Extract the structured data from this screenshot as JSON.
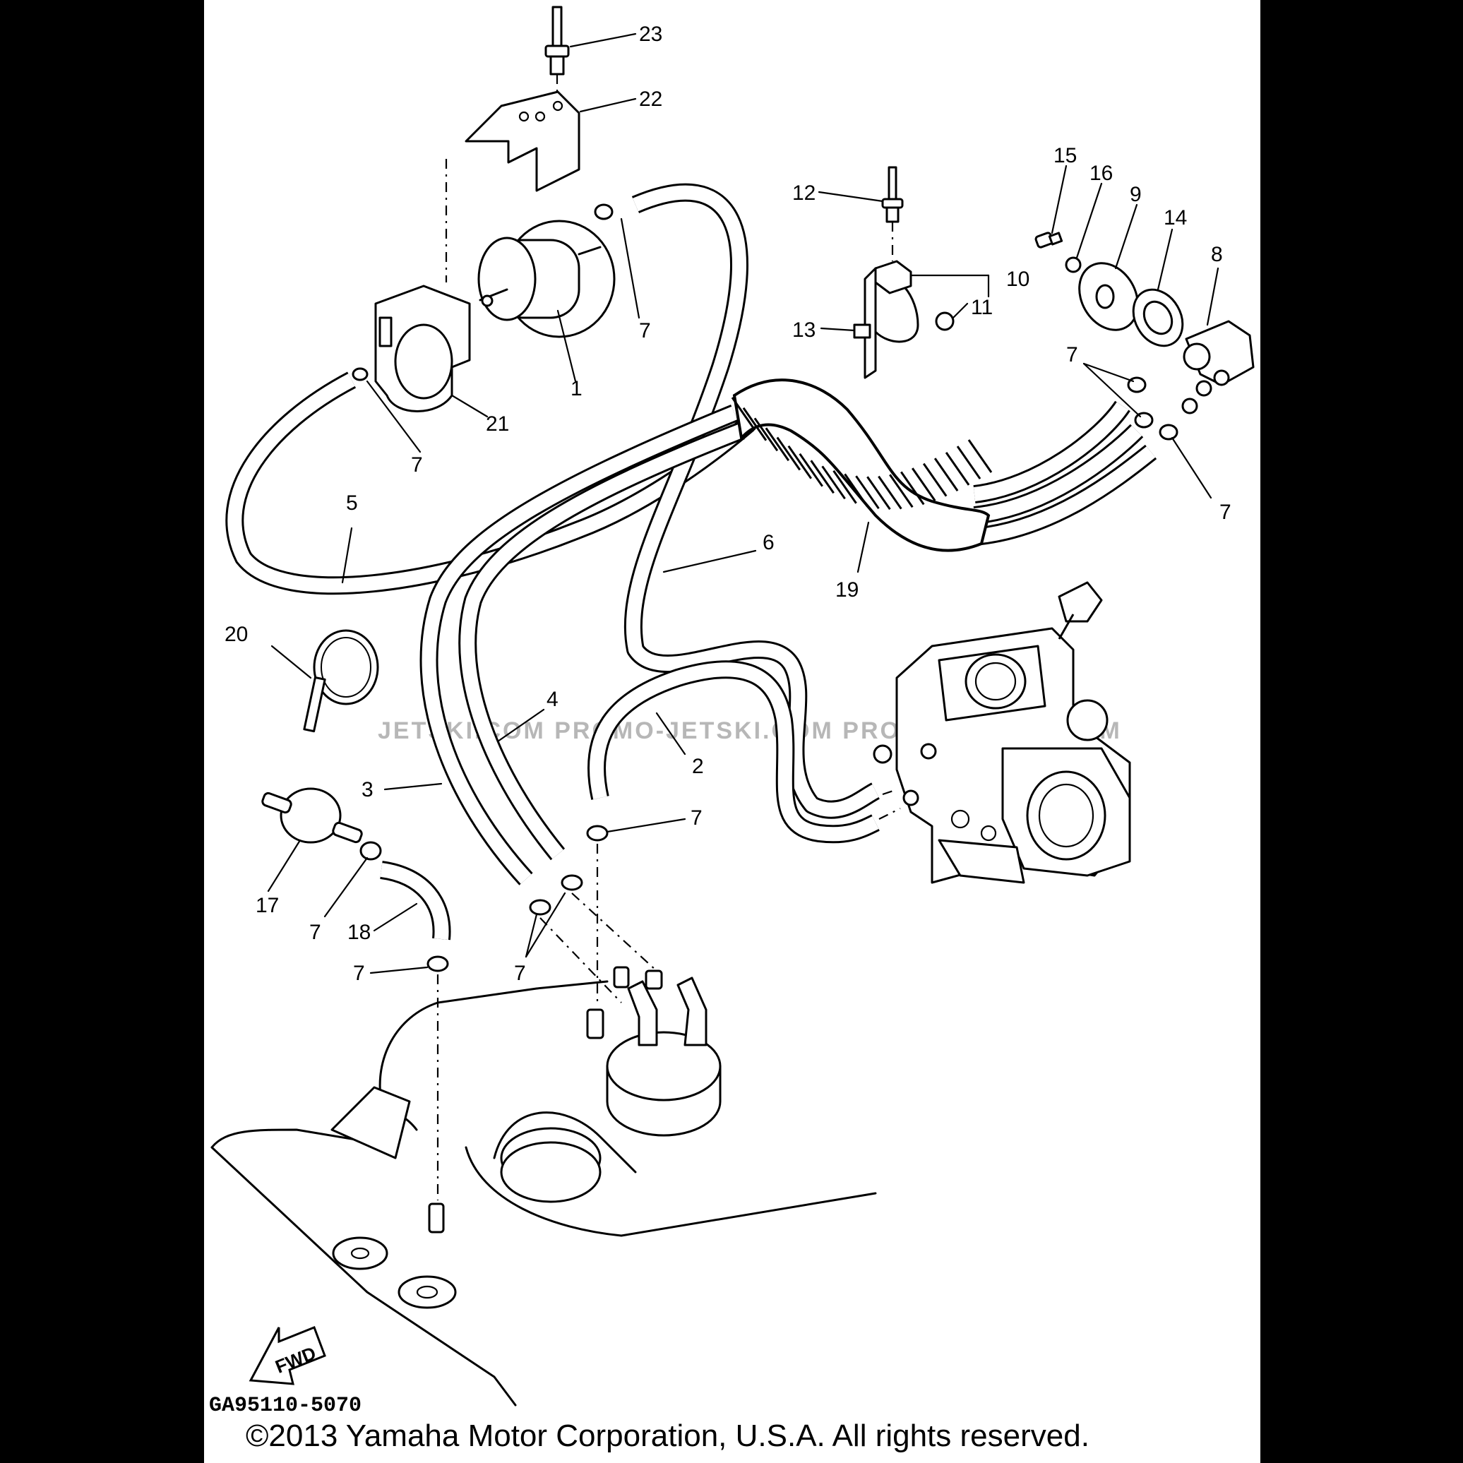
{
  "diagram": {
    "callouts": [
      "1",
      "2",
      "3",
      "4",
      "5",
      "6",
      "7",
      "8",
      "9",
      "10",
      "11",
      "12",
      "13",
      "14",
      "15",
      "16",
      "17",
      "18",
      "19",
      "20",
      "21",
      "22",
      "23"
    ],
    "drawing_code": "GA95110-5070",
    "copyright": "©2013 Yamaha Motor Corporation, U.S.A. All rights reserved.",
    "watermark": "JETSKI.COM   PROMO-JETSKI.COM   PROMO-JETSKI.COM",
    "forward_arrow": "FWD"
  }
}
